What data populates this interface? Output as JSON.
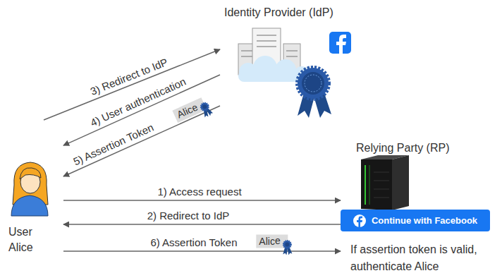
{
  "diagram": {
    "nodes": [
      {
        "text": [
          "Identity Provider (IdP)"
        ]
      },
      {
        "text": [
          "User Alice"
        ]
      },
      {
        "text": [
          "Relying Party (RP)"
        ]
      },
      {
        "text": [
          "Continue with Facebook"
        ],
        "in": 2
      }
    ],
    "edges": [
      {
        "from": 1,
        "to": 2,
        "label": "1) Access request",
        "arrow": "to"
      },
      {
        "from": 2,
        "to": 1,
        "label": "2) Redirect to IdP",
        "arrow": "to"
      },
      {
        "from": 1,
        "to": 0,
        "label": "3) Redirect to IdP",
        "arrow": "to"
      },
      {
        "from": 0,
        "to": 1,
        "label": "4) User authentication",
        "arrow": "to"
      },
      {
        "from": 0,
        "to": 1,
        "label": "5) Assertion Token",
        "arrow": "to"
      },
      {
        "from": 1,
        "to": 2,
        "label": "6) Assertion Token",
        "arrow": "to"
      }
    ],
    "labels": [
      "Alice",
      "Alice",
      "If assertion token is valid, authenticate Alice"
    ]
  }
}
